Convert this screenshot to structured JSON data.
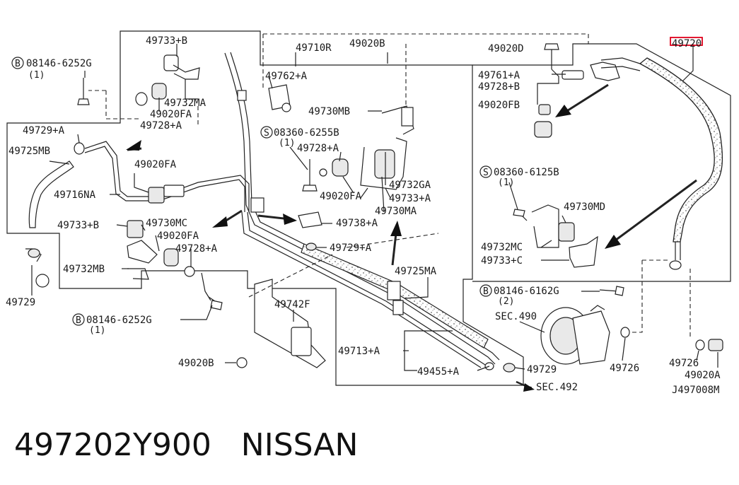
{
  "labels": {
    "l_49733b_top": "49733+B",
    "l_08146_6252g_a": "08146-6252G",
    "l_qty1_a": "(1)",
    "l_49710r": "49710R",
    "l_49020b_top": "49020B",
    "l_49720": "49720",
    "l_49020d": "49020D",
    "l_49762a": "49762+A",
    "l_49761a": "49761+A",
    "l_49728b": "49728+B",
    "l_49732ma": "49732MA",
    "l_49020fb": "49020FB",
    "l_49020fa_1": "49020FA",
    "l_49730mb": "49730MB",
    "l_49729a_left": "49729+A",
    "l_49728a_left": "49728+A",
    "l_08360_6255b": "08360-6255B",
    "l_qty1_b": "(1)",
    "l_49725mb": "49725MB",
    "l_49728a_mid": "49728+A",
    "l_49020fa_2": "49020FA",
    "l_08360_6125b": "08360-6125B",
    "l_qty1_c": "(1)",
    "l_49732ga": "49732GA",
    "l_49716na": "49716NA",
    "l_49020fa_3": "49020FA",
    "l_49733a": "49733+A",
    "l_49730ma": "49730MA",
    "l_49730md": "49730MD",
    "l_49733b_left": "49733+B",
    "l_49730mc": "49730MC",
    "l_49738a": "49738+A",
    "l_49020fa_4": "49020FA",
    "l_49728a_low": "49728+A",
    "l_49729a_mid": "49729+A",
    "l_49732mc": "49732MC",
    "l_49733c": "49733+C",
    "l_49732mb": "49732MB",
    "l_49725ma": "49725MA",
    "l_08146_6162g": "08146-6162G",
    "l_qty2": "(2)",
    "l_49729_left": "49729",
    "l_08146_6252g_b": "08146-6252G",
    "l_qty1_d": "(1)",
    "l_49742f": "49742F",
    "l_sec490": "SEC.490",
    "l_49713a": "49713+A",
    "l_49726_mid": "49726",
    "l_49726_right": "49726",
    "l_49020b_low": "49020B",
    "l_49455a": "49455+A",
    "l_49729_low": "49729",
    "l_49020a": "49020A",
    "l_sec492": "SEC.492",
    "l_j497008m": "J497008M",
    "circle_b": "B",
    "circle_s": "S"
  },
  "footer": {
    "part_number": "497202Y900",
    "brand": "NISSAN"
  },
  "colors": {
    "highlight": "#e0001b",
    "ink": "#1a1a1a"
  }
}
